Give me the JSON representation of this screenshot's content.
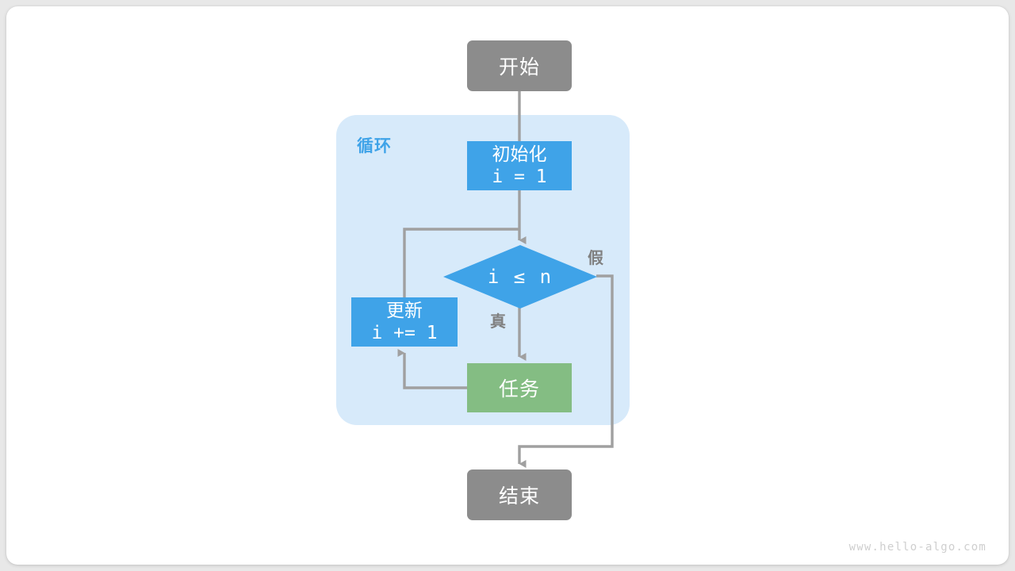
{
  "diagram": {
    "title": "for-loop-flowchart",
    "colors": {
      "terminal": "#8c8c8c",
      "process": "#3fa3e8",
      "task": "#84bd83",
      "loop_container": "#d7eafa",
      "loop_title": "#3fa3e8",
      "connector": "#a0a0a0",
      "card": "#ffffff",
      "page": "#e8e8e8",
      "watermark": "#cfcfcf"
    },
    "loop": {
      "title": "循环"
    },
    "nodes": {
      "start": {
        "label": "开始"
      },
      "init": {
        "line1": "初始化",
        "line2": "i = 1"
      },
      "condition": {
        "label": "i ≤ n"
      },
      "update": {
        "line1": "更新",
        "line2": "i += 1"
      },
      "task": {
        "label": "任务"
      },
      "end": {
        "label": "结束"
      }
    },
    "edge_labels": {
      "true": "真",
      "false": "假"
    },
    "watermark": "www.hello-algo.com"
  }
}
